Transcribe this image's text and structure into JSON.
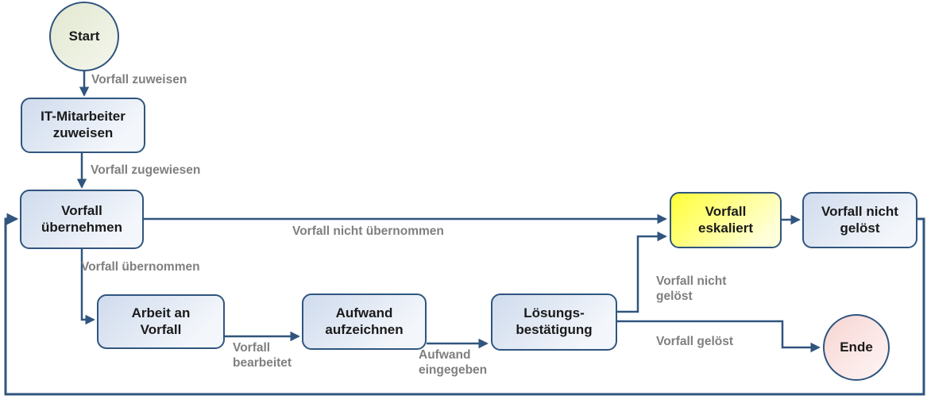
{
  "diagram": {
    "type": "flowchart",
    "language": "de",
    "nodes": {
      "start": {
        "label": "Start",
        "shape": "circle"
      },
      "assign_staff": {
        "line1": "IT-Mitarbeiter",
        "line2": "zuweisen",
        "shape": "rounded-box"
      },
      "take_over": {
        "line1": "Vorfall",
        "line2": "übernehmen",
        "shape": "rounded-box"
      },
      "work_on_incident": {
        "line1": "Arbeit an",
        "line2": "Vorfall",
        "shape": "rounded-box"
      },
      "record_effort": {
        "line1": "Aufwand",
        "line2": "aufzeichnen",
        "shape": "rounded-box"
      },
      "solution_confirmation": {
        "line1": "Lösungs-",
        "line2": "bestätigung",
        "shape": "rounded-box"
      },
      "escalated": {
        "line1": "Vorfall",
        "line2": "eskaliert",
        "shape": "rounded-box",
        "highlight": "yellow"
      },
      "not_solved": {
        "line1": "Vorfall nicht",
        "line2": "gelöst",
        "shape": "rounded-box"
      },
      "end": {
        "label": "Ende",
        "shape": "circle"
      }
    },
    "edge_labels": {
      "assign": "Vorfall zuweisen",
      "assigned": "Vorfall zugewiesen",
      "not_taken_over": "Vorfall nicht übernommen",
      "taken_over": "Vorfall übernommen",
      "processed_line1": "Vorfall",
      "processed_line2": "bearbeitet",
      "effort_entered_line1": "Aufwand",
      "effort_entered_line2": "eingegeben",
      "not_solved_line1": "Vorfall nicht",
      "not_solved_line2": "gelöst",
      "solved": "Vorfall gelöst"
    },
    "colors": {
      "line": "#30557e",
      "edge_label": "#7f7f7f",
      "node_text": "#1a1a1a",
      "box_fill_start": "#cfdbed",
      "box_fill_end": "#f3f6fb",
      "yellow_fill_start": "#ffff38",
      "yellow_fill_end": "#ffffd8",
      "green_fill_start": "#e2e8d0",
      "green_fill_end": "#f1f4e8",
      "pink_fill_start": "#f7d5d3",
      "pink_fill_end": "#fdf1f0"
    }
  }
}
